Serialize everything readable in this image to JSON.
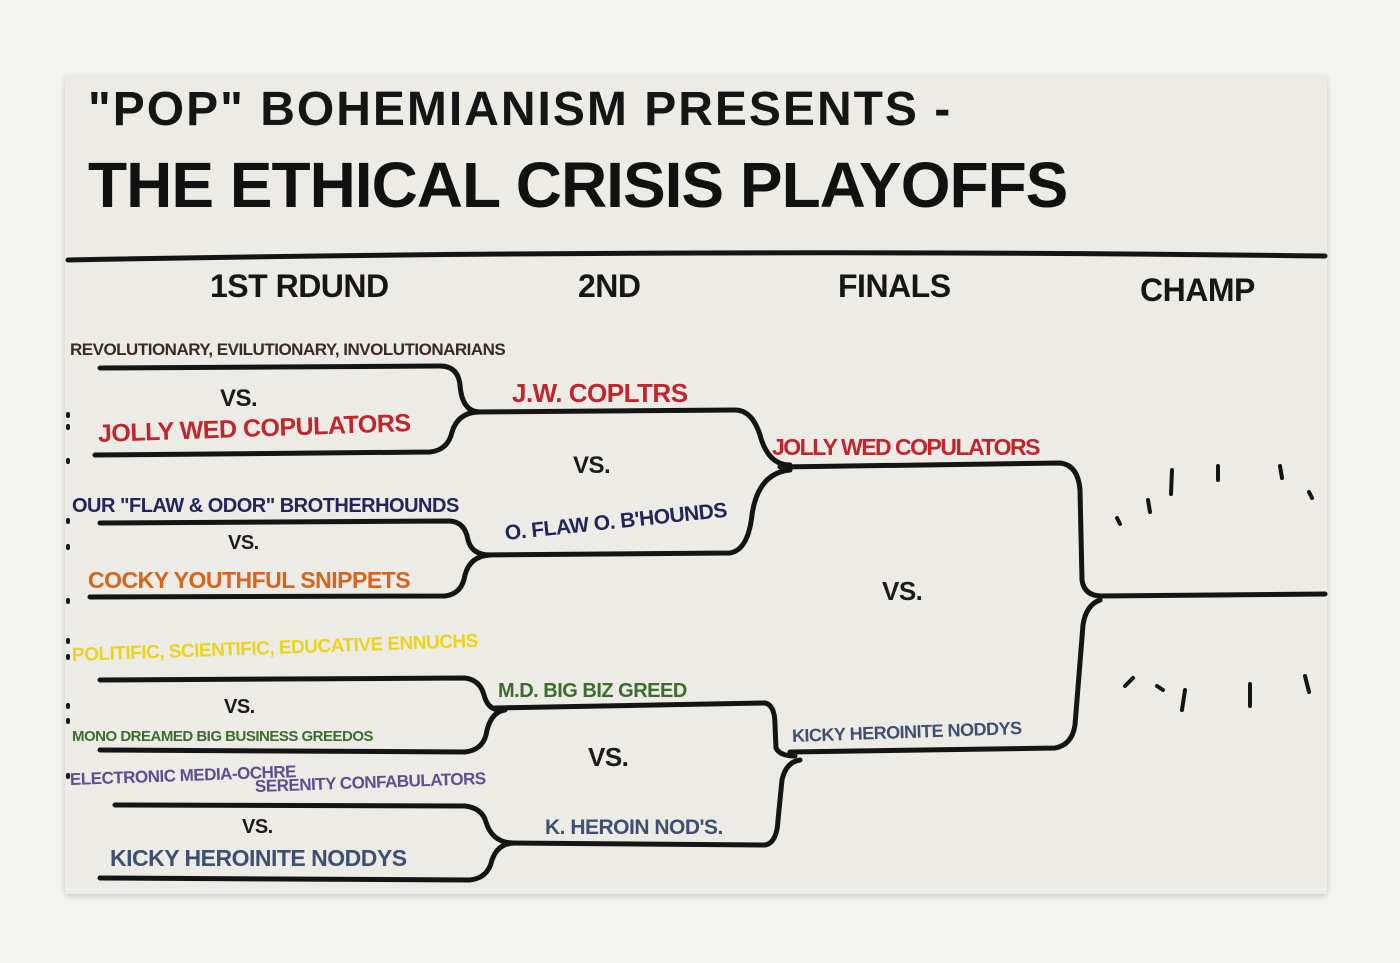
{
  "title": {
    "line1": "\"POP\" BOHEMIANISM PRESENTS -",
    "line2": "THE ETHICAL CRISIS PLAYOFFS"
  },
  "headers": [
    "1ST RDUND",
    "2ND",
    "FINALS",
    "CHAMP"
  ],
  "round1": [
    {
      "name": "REVOLUTIONARY, EVILUTIONARY, INVOLUTIONARIANS",
      "color": "#3a2a22"
    },
    {
      "name": "JOLLY WED COPULATORS",
      "color": "#c4242c"
    },
    {
      "name": "OUR \"FLAW & ODOR\" BROTHERHOUNDS",
      "color": "#22245a"
    },
    {
      "name": "COCKY YOUTHFUL SNIPPETS",
      "color": "#d8641c"
    },
    {
      "name": "POLITIFIC, SCIENTIFIC, EDUCATIVE ENNUCHS",
      "color": "#ecd41c"
    },
    {
      "name": "MONO DREAMED BIG BUSINESS GREEDOS",
      "color": "#3e6a34"
    },
    {
      "name": "ELECTRONIC MEDIA-OCHRE",
      "name2": "SERENITY CONFABULATORS",
      "color": "#5e4e90"
    },
    {
      "name": "KICKY HEROINITE NODDYS",
      "color": "#3e5070"
    }
  ],
  "round2": [
    {
      "name": "J.W. COPLTRS",
      "color": "#c4242c"
    },
    {
      "name": "O. FLAW O. B'HOUNDS",
      "color": "#22245a"
    },
    {
      "name": "M.D. BIG BIZ GREED",
      "color": "#3e6a34"
    },
    {
      "name": "K. HEROIN NOD'S.",
      "color": "#3e5070"
    }
  ],
  "finals": [
    {
      "name": "JOLLY WED COPULATORS",
      "color": "#c4242c"
    },
    {
      "name": "KICKY HEROINITE NODDYS",
      "color": "#3e5070"
    }
  ],
  "vs_label": "VS."
}
